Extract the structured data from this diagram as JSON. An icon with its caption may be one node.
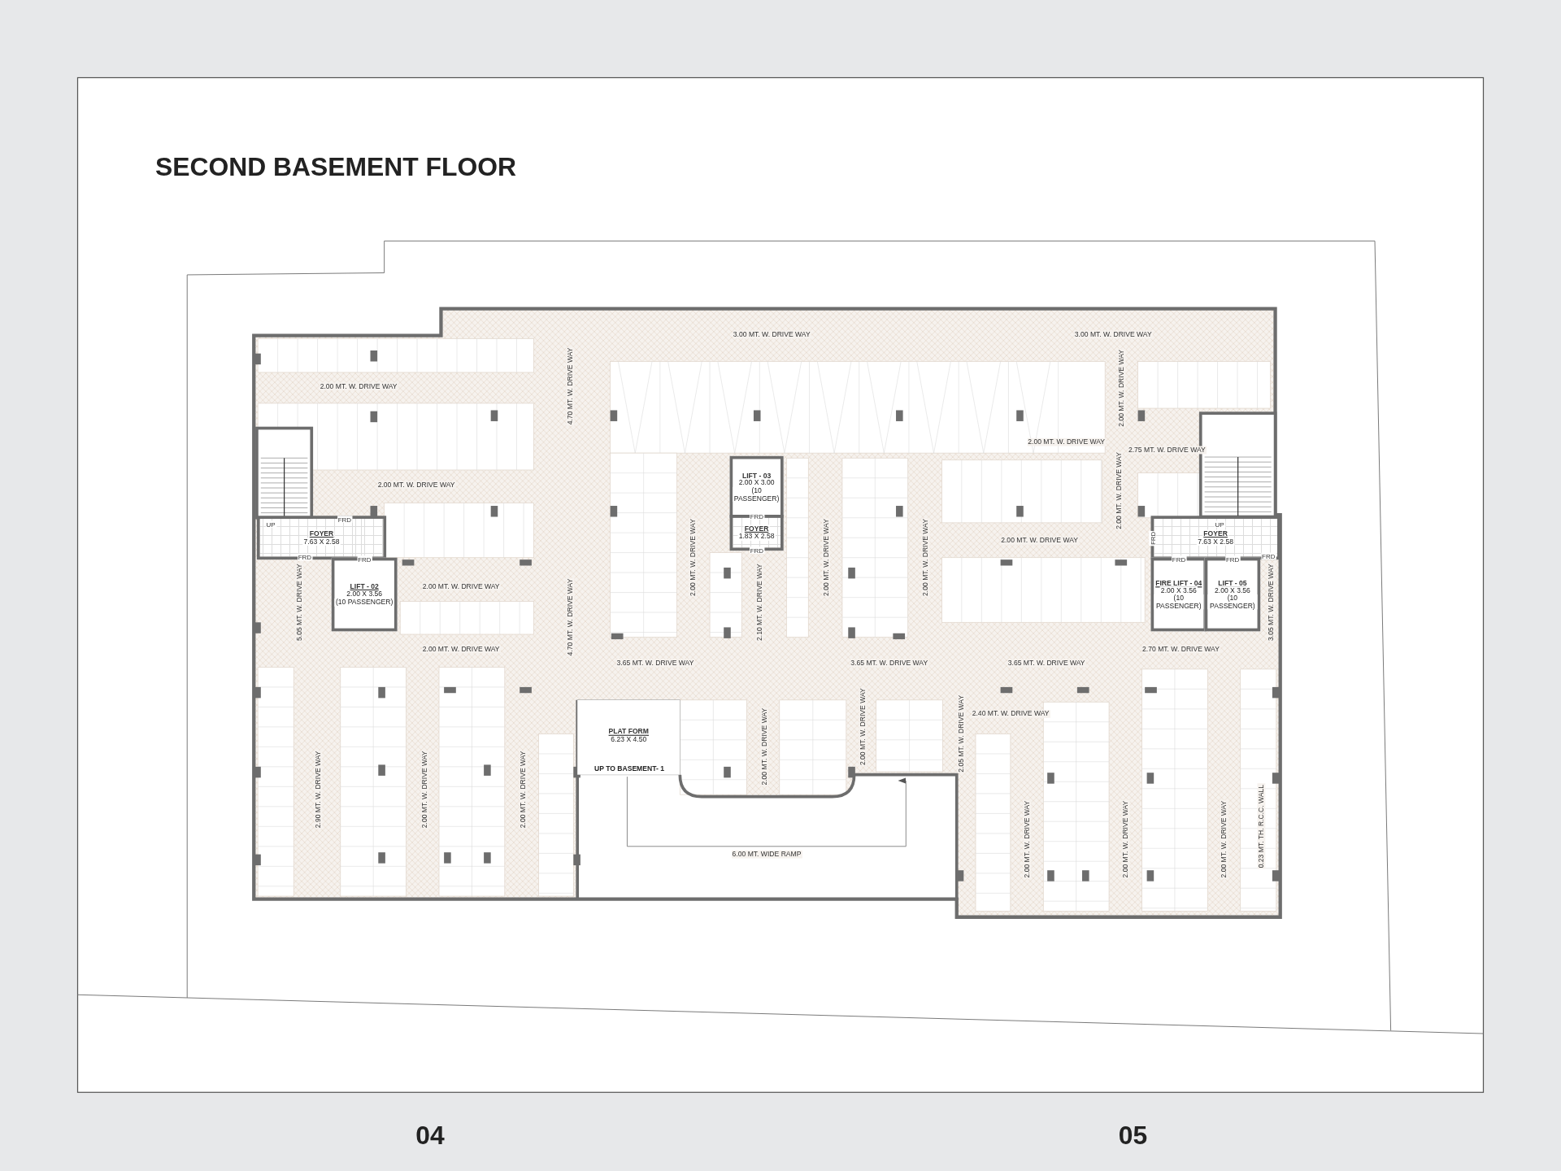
{
  "diagram": {
    "title": "SECOND BASEMENT FLOOR",
    "nodes": [
      {
        "text": [
          "FOYER",
          "7.63 X 2.58"
        ]
      },
      {
        "text": [
          "LIFT - 02",
          "2.00 X 3.56",
          "(10 PASSENGER)"
        ]
      },
      {
        "text": [
          "LIFT - 03",
          "2.00 X 3.00",
          "(10 PASSENGER)"
        ]
      },
      {
        "text": [
          "FOYER",
          "1.83 X 2.58"
        ]
      },
      {
        "text": [
          "FOYER",
          "7.63 X 2.58"
        ]
      },
      {
        "text": [
          "FIRE LIFT - 04",
          "2.00 X 3.56",
          "(10 PASSENGER)"
        ]
      },
      {
        "text": [
          "LIFT - 05",
          "2.00 X 3.56",
          "(10 PASSENGER)"
        ]
      },
      {
        "text": [
          "PLAT FORM",
          "6.23 X 4.50"
        ]
      }
    ],
    "labels": [
      "3.00 MT. W. DRIVE WAY",
      "3.00 MT. W. DRIVE WAY",
      "2.00 MT. W. DRIVE WAY",
      "4.70 MT. W. DRIVE WAY",
      "2.00 MT. W. DRIVE WAY",
      "UP",
      "5.05 MT. W. DRIVE WAY",
      "FRD",
      "FRD",
      "FRD",
      "2.00 MT. W. DRIVE WAY",
      "2.00 MT. W. DRIVE WAY",
      "2.00 MT. W. DRIVE WAY",
      "4.70 MT. W. DRIVE WAY",
      "3.65 MT. W. DRIVE WAY",
      "2.00 MT. W. DRIVE WAY",
      "FRD",
      "FRD",
      "2.10 MT. W. DRIVE WAY",
      "2.00 MT. W. DRIVE WAY",
      "3.65 MT. W. DRIVE WAY",
      "2.00 MT. W. DRIVE WAY",
      "2.00 MT. W. DRIVE WAY",
      "3.65 MT. W. DRIVE WAY",
      "2.00 MT. W. DRIVE WAY",
      "2.00 MT. W. DRIVE WAY",
      "FRD",
      "2.75 MT. W. DRIVE WAY",
      "FRD",
      "2.70 MT. W. DRIVE WAY",
      "UP",
      "FRD",
      "FRD",
      "3.05 MT. W. DRIVE WAY",
      "2.90 MT. W. DRIVE WAY",
      "2.00 MT. W. DRIVE WAY",
      "2.00 MT. W. DRIVE WAY",
      "UP TO BASEMENT- 1",
      "2.00 MT. W. DRIVE WAY",
      "6.00 MT. WIDE RAMP",
      "2.00 MT. W. DRIVE WAY",
      "2.05 MT. W. DRIVE WAY",
      "2.40 MT. W. DRIVE WAY",
      "2.00 MT. W. DRIVE WAY",
      "2.00 MT. W. DRIVE WAY",
      "2.00 MT. W. DRIVE WAY",
      "0.23 MT. TH. R.C.C. WALL",
      "04",
      "05"
    ]
  }
}
